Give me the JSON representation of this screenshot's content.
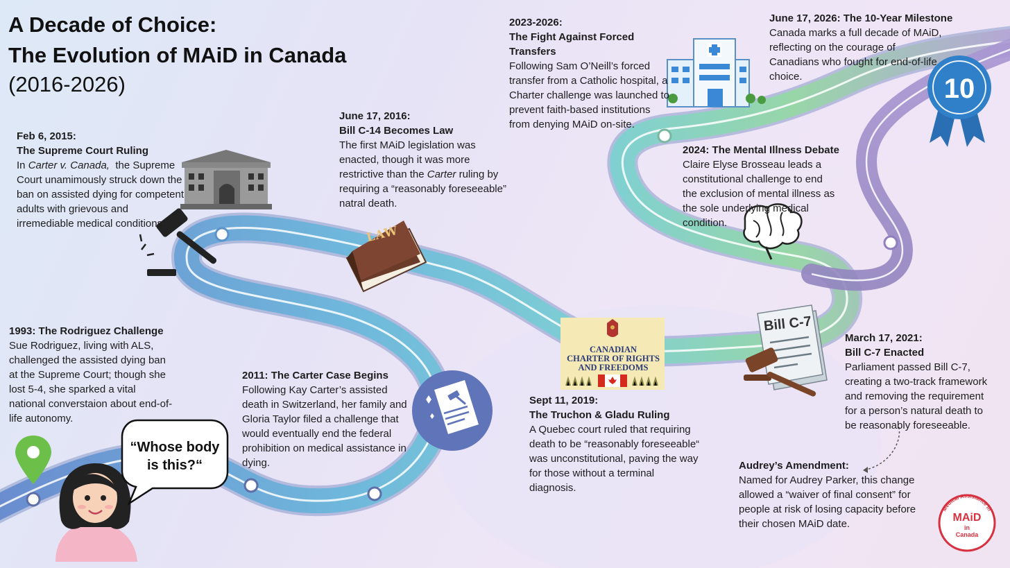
{
  "title": {
    "line1": "A Decade of Choice:",
    "line2": "The Evolution of MAiD in Canada",
    "years": "(2016-2026)"
  },
  "events": {
    "supreme_court": {
      "date": "Feb 6, 2015:",
      "title": "The Supreme Court Ruling",
      "case_name": "Carter v. Canada,",
      "text": "the Supreme Court unamimously struck down the ban on assisted dying for competent adults with grievous and irremediable medical conditions."
    },
    "bill_c14": {
      "date": "June 17, 2016:",
      "title": "Bill C-14 Becomes Law",
      "text_before": "The first MAiD legislation was enacted, though it was more restrictive than the",
      "case_name": "Carter",
      "text_after": "ruling by requiring a “reasonably foreseeable” natral death."
    },
    "forced_transfers": {
      "date": "2023-2026:",
      "title": "The Fight Against Forced Transfers",
      "text": "Following Sam O’Neill’s forced transfer from a Catholic hospital, a Charter challenge was launched to prevent faith-based institutions from denying MAiD on-site."
    },
    "milestone": {
      "title": "June 17, 2026: The 10-Year Milestone",
      "text": "Canada marks a full decade of MAiD, reflecting on the courage of Canadians who fought for end-of-life choice."
    },
    "mental_illness": {
      "title": "2024: The Mental Illness Debate",
      "text": "Claire Elyse Brosseau leads a constitutional challenge to end the exclusion of mental illness as the sole underlying medical condition."
    },
    "rodriguez": {
      "title": "1993: The Rodriguez Challenge",
      "text": "Sue Rodriguez, living with ALS, challenged the assisted dying ban at the Supreme Court; though she lost 5-4, she sparked a vital national converstaion about end-of-life autonomy."
    },
    "carter_case": {
      "title": "2011: The Carter Case Begins",
      "text": "Following Kay Carter’s assisted death in Switzerland, her family and Gloria Taylor filed a challenge that would eventually end the federal prohibition on medical assistance in dying."
    },
    "truchon": {
      "date": "Sept 11, 2019:",
      "title": "The Truchon & Gladu Ruling",
      "text": "A Quebec court ruled that requiring death to be “reasonably foreseeable“ was unconstitutional, paving the way for those without a terminal diagnosis."
    },
    "bill_c7": {
      "date": "March 17, 2021:",
      "title": "Bill C-7 Enacted",
      "text": "Parliament passed Bill C-7, creating a two-track framework and removing the requirement for a person’s natural death to be reasonably foreseeable."
    },
    "audrey": {
      "title": "Audrey’s Amendment:",
      "text": "Named for Audrey Parker, this change allowed a “waiver of final consent” for people at risk of losing capacity before their chosen MAiD date."
    }
  },
  "speech_bubble": "“Whose body is this?“",
  "badge_number": "10",
  "book_label": "LAW",
  "bill_label": "Bill C-7",
  "charter_sign": {
    "line1": "CANADIAN",
    "line2": "CHARTER OF RIGHTS",
    "line3": "AND FREEDOMS"
  },
  "logo": {
    "arc_text": "Medical Assistance in Dying",
    "word": "MAiD",
    "in": "in",
    "country": "Canada"
  },
  "colors": {
    "path_blue": "#6f9fd8",
    "path_teal": "#7ccdd3",
    "path_green": "#93d3b0",
    "path_purple": "#a895cc",
    "path_navy": "#7a86c2",
    "badge_blue": "#2f7fc9",
    "logo_red": "#d7303e",
    "pin_green": "#6cc04a"
  }
}
